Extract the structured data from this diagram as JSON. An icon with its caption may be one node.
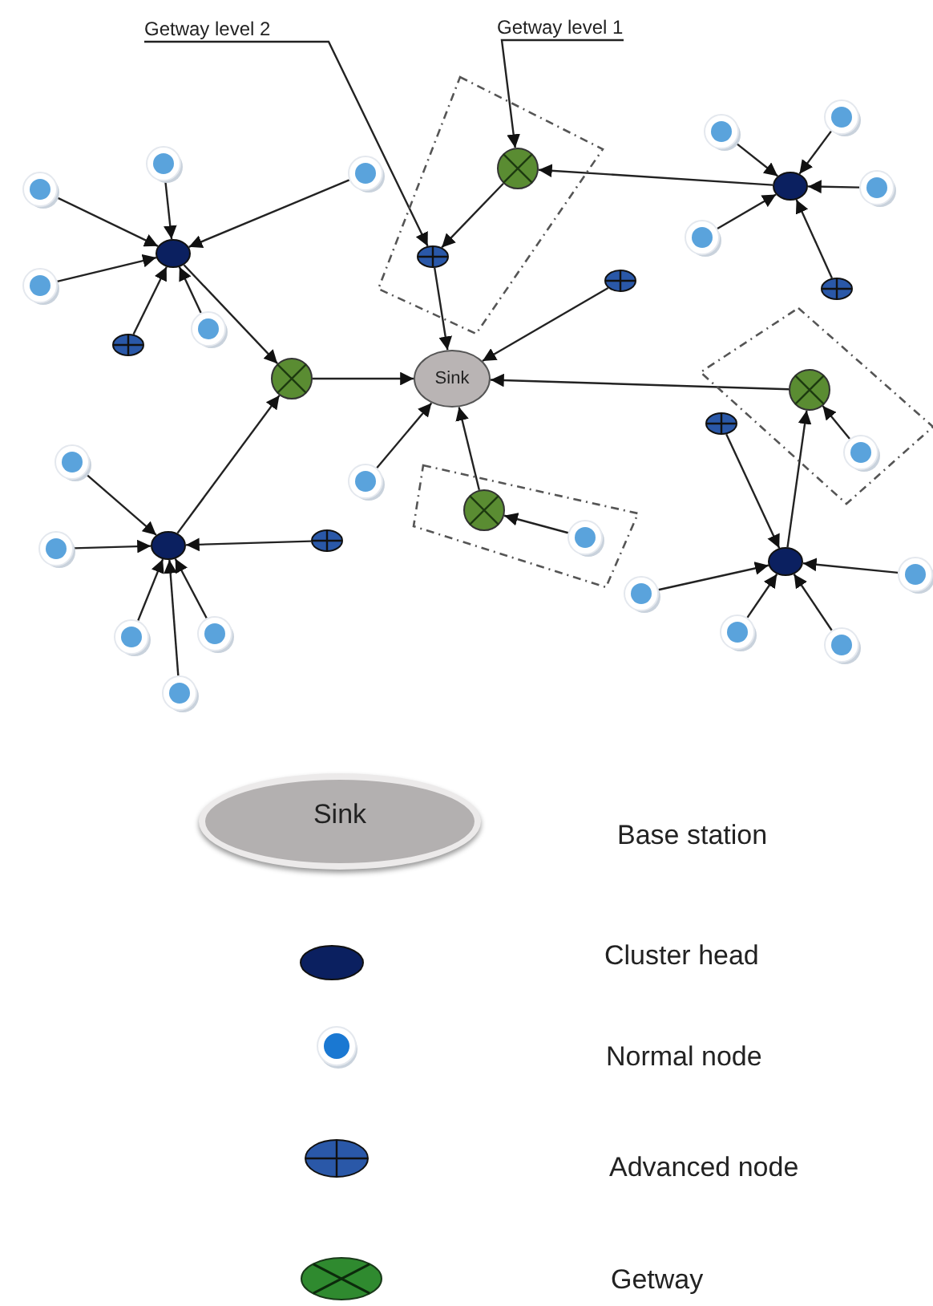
{
  "diagram": {
    "nodes": [
      {
        "text": [
          "Getway level 2"
        ]
      },
      {
        "text": [
          "Getway level 1"
        ]
      },
      {
        "text": [],
        "shape": "circle"
      },
      {
        "text": [],
        "shape": "circle"
      },
      {
        "text": [],
        "shape": "circle"
      },
      {
        "text": [],
        "shape": "circle"
      },
      {
        "text": [],
        "shape": "circle"
      },
      {
        "text": [],
        "shape": "circle"
      },
      {
        "text": [],
        "shape": "circle"
      },
      {
        "text": [],
        "shape": "circle"
      },
      {
        "text": [],
        "shape": "circle"
      },
      {
        "text": [],
        "shape": "circle"
      },
      {
        "text": [],
        "shape": "circle"
      },
      {
        "text": [],
        "shape": "circle"
      },
      {
        "text": [],
        "shape": "circle"
      },
      {
        "text": [],
        "shape": "circle"
      },
      {
        "text": [],
        "shape": "circle"
      },
      {
        "text": [],
        "shape": "circle"
      },
      {
        "text": [
          "Sink"
        ]
      },
      {
        "text": [],
        "shape": "circle"
      },
      {
        "text": [],
        "shape": "circle"
      },
      {
        "text": [],
        "shape": "circle"
      },
      {
        "text": [],
        "shape": "circle"
      },
      {
        "text": [],
        "shape": "circle"
      },
      {
        "text": [],
        "shape": "circle"
      },
      {
        "text": [],
        "shape": "circle"
      },
      {
        "text": [],
        "shape": "circle"
      },
      {
        "text": [],
        "shape": "circle"
      },
      {
        "text": [],
        "shape": "circle"
      },
      {
        "text": [],
        "shape": "circle"
      },
      {
        "text": [],
        "shape": "circle"
      },
      {
        "text": [],
        "shape": "circle"
      },
      {
        "text": [],
        "shape": "circle"
      },
      {
        "text": [],
        "shape": "circle"
      },
      {
        "text": [],
        "shape": "circle"
      },
      {
        "text": [],
        "shape": "circle"
      },
      {
        "text": [],
        "shape": "circle"
      },
      {
        "text": [],
        "shape": "circle"
      }
    ],
    "edges": [
      {
        "from": 0,
        "to": 10,
        "arrow": "to"
      },
      {
        "from": 1,
        "to": 9,
        "arrow": "to"
      },
      {
        "from": 2,
        "to": 5,
        "arrow": "to"
      },
      {
        "from": 3,
        "to": 5,
        "arrow": "to"
      },
      {
        "from": 4,
        "to": 5,
        "arrow": "to"
      },
      {
        "from": 6,
        "to": 5,
        "arrow": "to"
      },
      {
        "from": 7,
        "to": 5,
        "arrow": "to"
      },
      {
        "from": 8,
        "to": 5,
        "arrow": "to"
      },
      {
        "from": 5,
        "to": 19,
        "arrow": "to"
      },
      {
        "from": 11,
        "to": 13,
        "arrow": "to"
      },
      {
        "from": 12,
        "to": 13,
        "arrow": "to"
      },
      {
        "from": 14,
        "to": 13,
        "arrow": "to"
      },
      {
        "from": 15,
        "to": 13,
        "arrow": "to"
      },
      {
        "from": 16,
        "to": 13,
        "arrow": "to"
      },
      {
        "from": 13,
        "to": 9,
        "arrow": "to"
      },
      {
        "from": 9,
        "to": 10,
        "arrow": "to"
      },
      {
        "from": 10,
        "to": 18,
        "arrow": "to"
      },
      {
        "from": 17,
        "to": 18,
        "arrow": "to"
      },
      {
        "from": 19,
        "to": 18,
        "arrow": "to"
      },
      {
        "from": 23,
        "to": 18,
        "arrow": "to"
      },
      {
        "from": 28,
        "to": 18,
        "arrow": "to"
      },
      {
        "from": 29,
        "to": 28,
        "arrow": "to"
      },
      {
        "from": 20,
        "to": 18,
        "arrow": "to"
      },
      {
        "from": 22,
        "to": 20,
        "arrow": "to"
      },
      {
        "from": 21,
        "to": 30,
        "arrow": "to"
      },
      {
        "from": 30,
        "to": 20,
        "arrow": "to"
      },
      {
        "from": 31,
        "to": 30,
        "arrow": "to"
      },
      {
        "from": 32,
        "to": 30,
        "arrow": "to"
      },
      {
        "from": 33,
        "to": 30,
        "arrow": "to"
      },
      {
        "from": 34,
        "to": 30,
        "arrow": "to"
      },
      {
        "from": 24,
        "to": 26,
        "arrow": "to"
      },
      {
        "from": 25,
        "to": 26,
        "arrow": "to"
      },
      {
        "from": 35,
        "to": 26,
        "arrow": "to"
      },
      {
        "from": 36,
        "to": 26,
        "arrow": "to"
      },
      {
        "from": 37,
        "to": 26,
        "arrow": "to"
      },
      {
        "from": 27,
        "to": 26,
        "arrow": "to"
      },
      {
        "from": 26,
        "to": 19,
        "arrow": "to"
      }
    ],
    "labels": [
      "Sink"
    ],
    "legend": [
      {
        "text": "Base station"
      },
      {
        "text": "Cluster head"
      },
      {
        "text": "Normal node"
      },
      {
        "text": "Advanced node"
      },
      {
        "text": "Getway"
      }
    ]
  }
}
